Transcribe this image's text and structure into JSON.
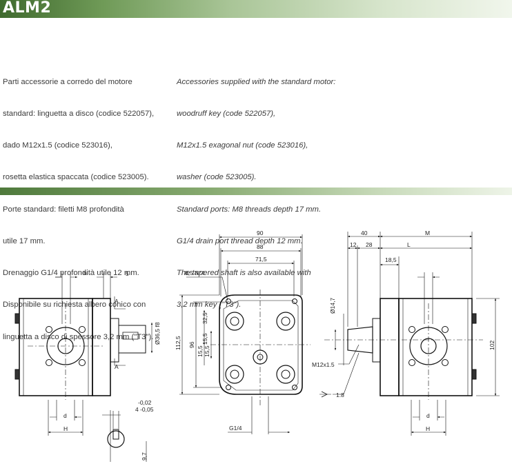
{
  "header": {
    "title": "ALM2"
  },
  "text_it": [
    "Parti accessorie a corredo del motore",
    "standard: linguetta a disco (codice 522057),",
    "dado M12x1.5 (codice 523016),",
    "rosetta elastica spaccata (codice 523005).",
    "Porte standard: filetti M8 profondità",
    "utile 17 mm.",
    "Drenaggio G1/4 profondità utile 12 mm.",
    "Disponibile su richiesta albero conico con",
    "linguetta a disco di spessore 3,2 mm (\"T3\")."
  ],
  "text_en": [
    "Accessories supplied with the standard motor:",
    "woodruff key (code 522057),",
    "M12x1.5 exagonal nut (code 523016),",
    "washer (code 523005).",
    "Standard ports: M8 threads depth 17 mm.",
    "G1/4 drain port thread depth 12 mm.",
    "The tapered shaft is also available with",
    "3,2 mm key (\"T3\")."
  ],
  "dims": {
    "h": "h",
    "five": "5",
    "A1": "A",
    "A2": "A",
    "d1": "d",
    "H1": "H",
    "tol_a": "-0,02",
    "tol_b": "4 -0,05",
    "tol_c": "9,7",
    "phi36": "Ø36,5 f8",
    "d90": "90",
    "d88": "88",
    "d715": "71,5",
    "d85": "8,5 N°4",
    "d1125": "112,5",
    "d96": "96",
    "d325": "32,5",
    "d155a": "15,5",
    "d155b": "15,5",
    "d155c": "15,5",
    "g14": "G1/4",
    "d40": "40",
    "dM": "M",
    "d12": "12",
    "d28": "28",
    "dL": "L",
    "d185": "18,5",
    "phi147": "Ø14,7",
    "m12": "M12x1.5",
    "taper": "1:8",
    "d102": "102",
    "d2": "d",
    "H2": "H"
  }
}
